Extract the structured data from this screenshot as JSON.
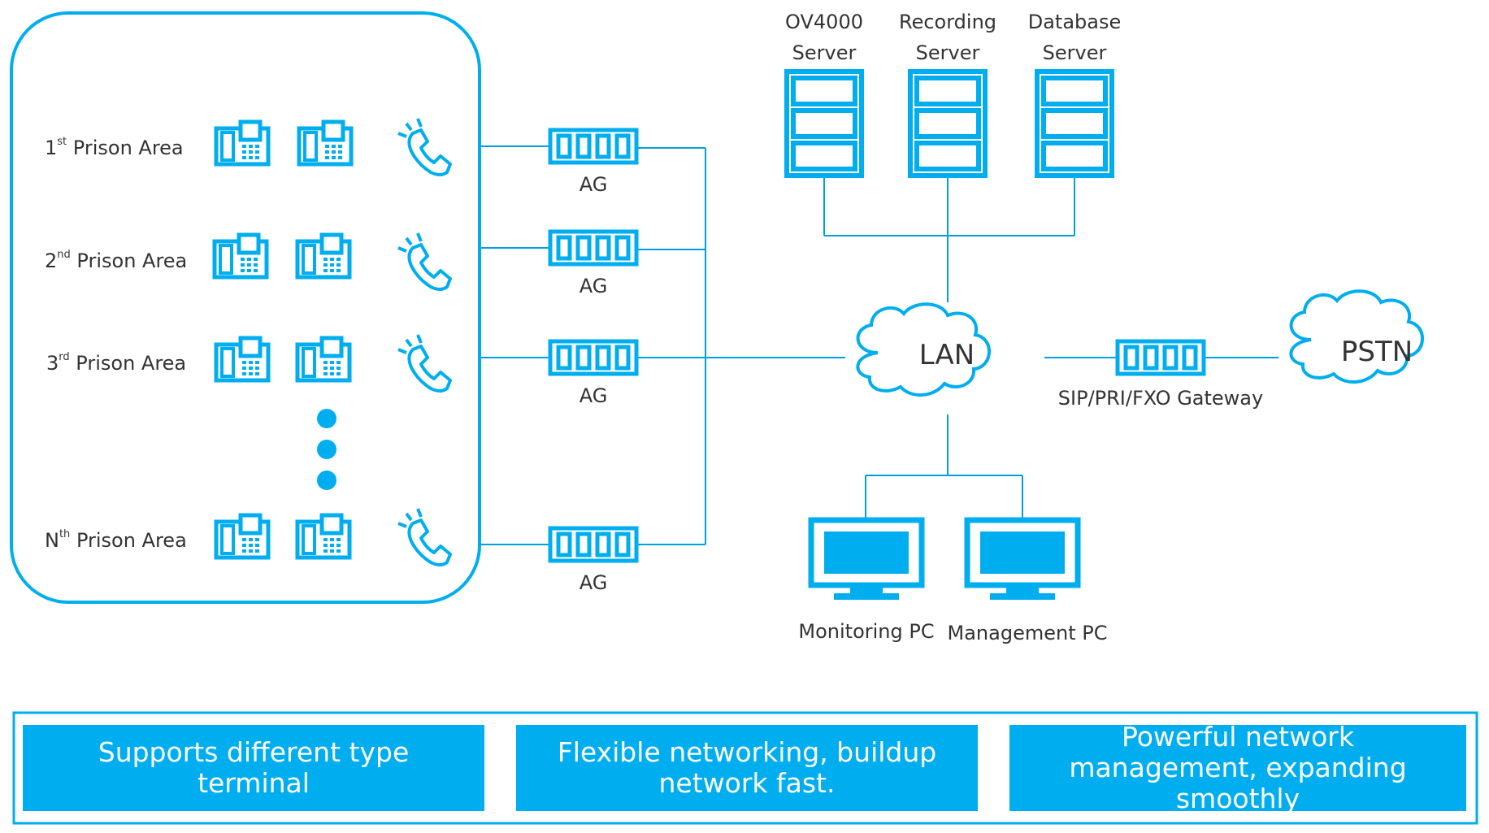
{
  "colors": {
    "accent": "#00aeef",
    "line": "#00a0e0",
    "text": "#333333"
  },
  "prison_areas": [
    {
      "prefix": "1",
      "suffix": "st",
      "label": "Prison Area"
    },
    {
      "prefix": "2",
      "suffix": "nd",
      "label": "Prison Area"
    },
    {
      "prefix": "3",
      "suffix": "rd",
      "label": "Prison Area"
    },
    {
      "prefix": "N",
      "suffix": "th",
      "label": "Prison Area"
    }
  ],
  "icons": {
    "terminal": "desk-phone-icon",
    "handset": "ringing-handset-icon",
    "server": "server-rack-icon",
    "pc": "monitor-icon",
    "cloud": "cloud-icon"
  },
  "ag_label": "AG",
  "servers": [
    {
      "line1": "OV4000",
      "line2": "Server"
    },
    {
      "line1": "Recording",
      "line2": "Server"
    },
    {
      "line1": "Database",
      "line2": "Server"
    }
  ],
  "lan_label": "LAN",
  "pstn_label": "PSTN",
  "gateway_label": "SIP/PRI/FXO Gateway",
  "pcs": [
    "Monitoring PC",
    "Management PC"
  ],
  "features": [
    "Supports different type terminal",
    "Flexible networking, buildup network fast.",
    "Powerful network management, expanding smoothly"
  ]
}
